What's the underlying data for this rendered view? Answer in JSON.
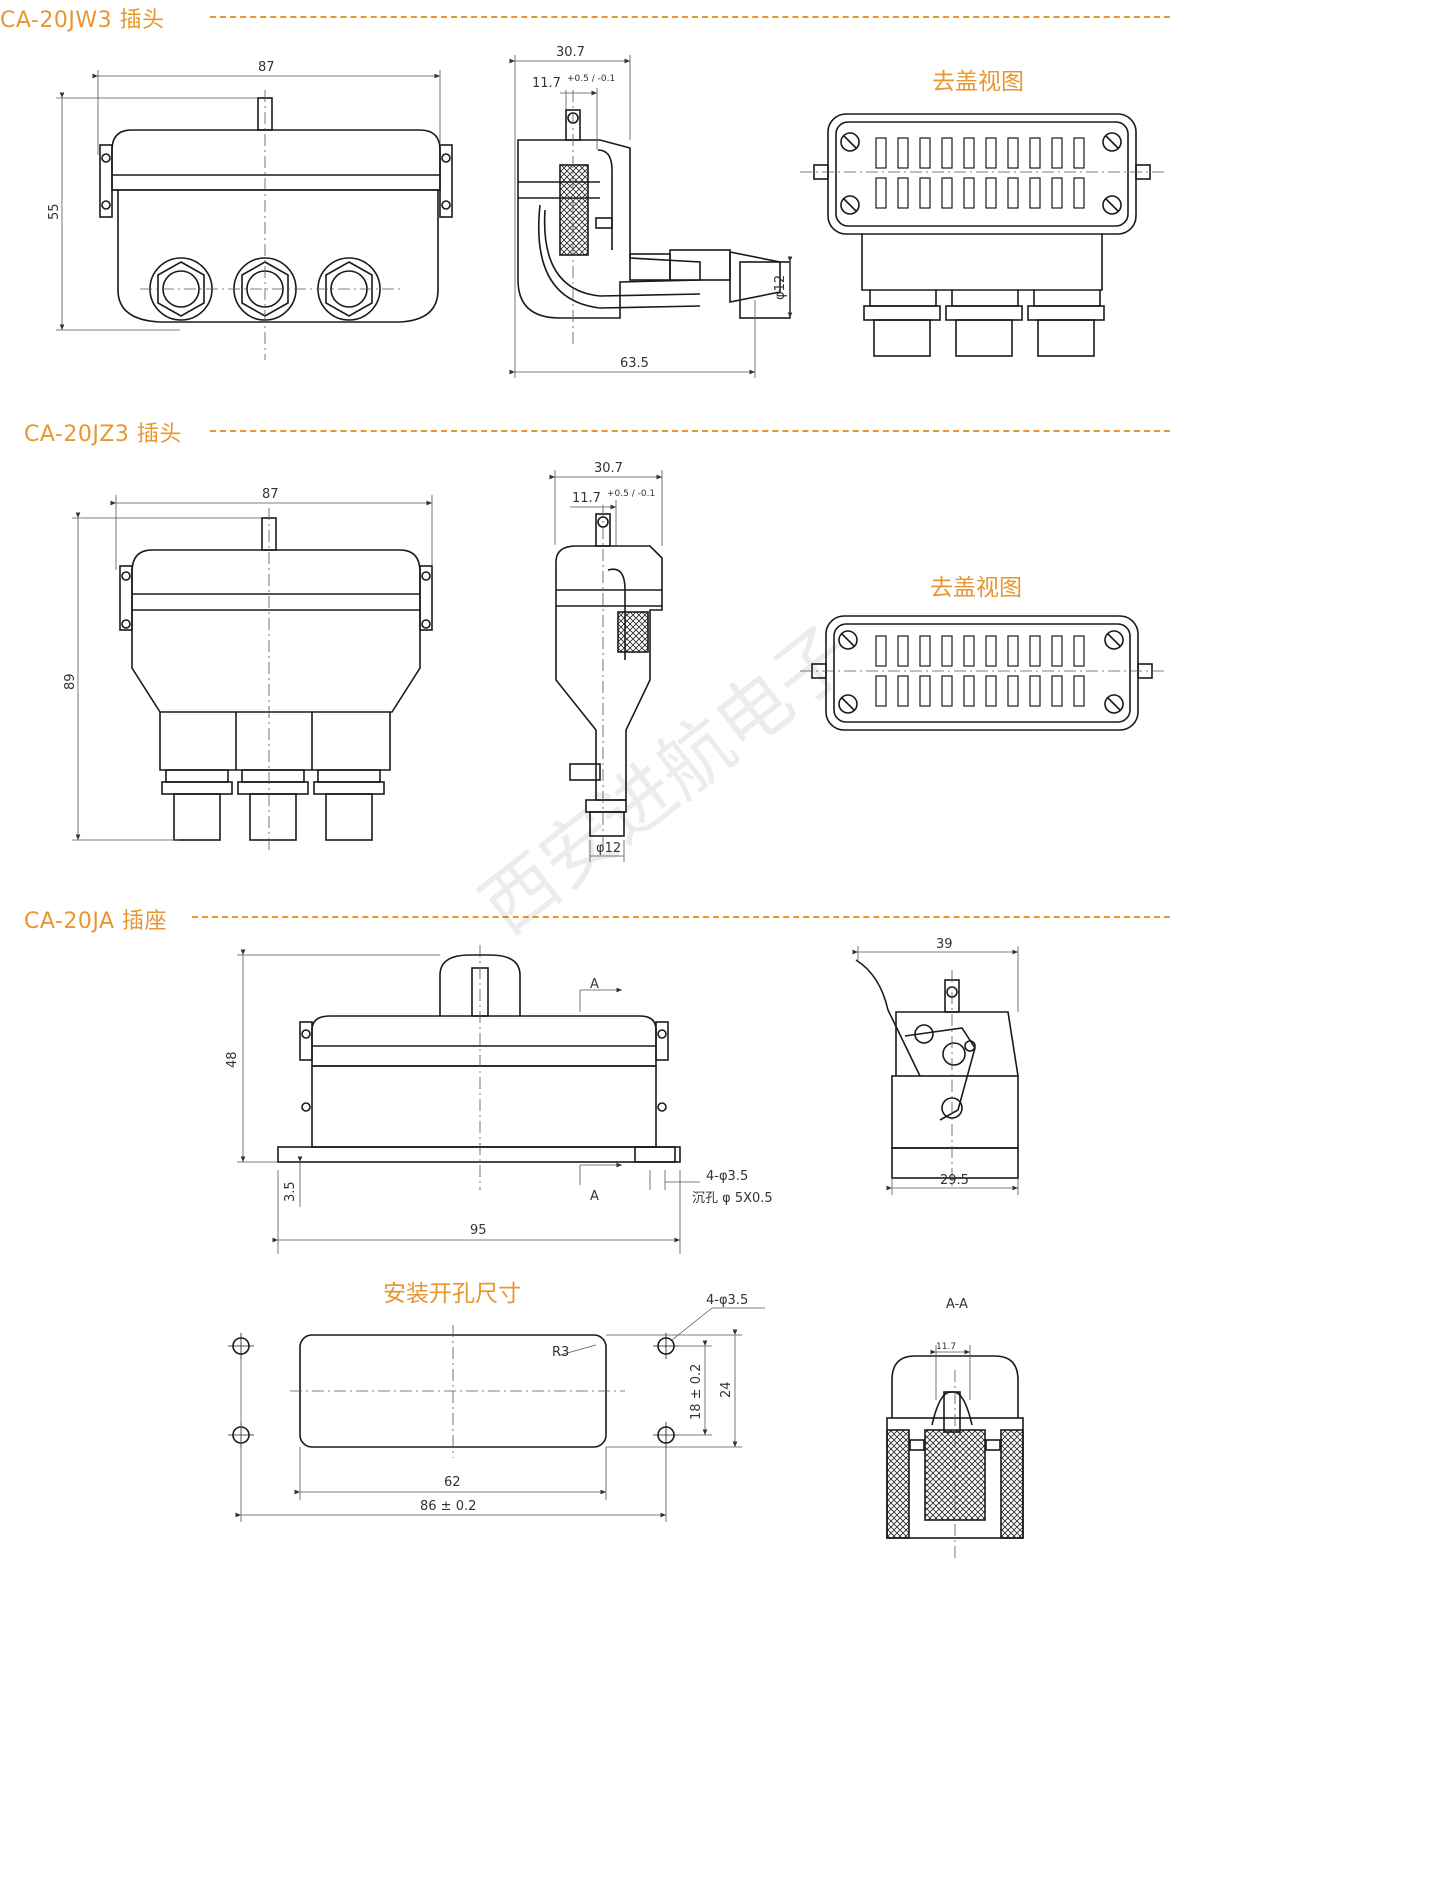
{
  "colors": {
    "accent": "#e8962e",
    "line": "#1a1a1a",
    "dim_line": "#555555"
  },
  "sections": {
    "jw3": {
      "title": "CA-20JW3 插头",
      "cover_view": "去盖视图"
    },
    "jz3": {
      "title": "CA-20JZ3 插头",
      "cover_view": "去盖视图"
    },
    "ja": {
      "title": "CA-20JA 插座",
      "mounting_title": "安装开孔尺寸",
      "section_label": "A-A"
    }
  },
  "dims": {
    "jw3_front_width": "87",
    "jw3_front_height": "55",
    "jw3_side_top": "30.7",
    "jw3_side_inner": "11.7",
    "jw3_side_tol": "+0.5 / -0.1",
    "jw3_side_cable": "φ12",
    "jw3_side_bottom": "63.5",
    "jz3_front_width": "87",
    "jz3_front_height": "89",
    "jz3_side_top": "30.7",
    "jz3_side_inner": "11.7",
    "jz3_side_tol": "+0.5 / -0.1",
    "jz3_side_cable": "φ12",
    "ja_height": "48",
    "ja_base": "3.5",
    "ja_width": "95",
    "ja_section_mark": "A",
    "ja_holes": "4-φ3.5",
    "ja_counterbore": "沉孔 φ 5X0.5",
    "ja_side_top": "39",
    "ja_side_bottom": "29.5",
    "mount_holes": "4-φ3.5",
    "mount_radius": "R3",
    "mount_hole_pitch": "18 ± 0.2",
    "mount_height": "24",
    "mount_cut_width": "62",
    "mount_hole_span": "86 ± 0.2",
    "aa_inner": "11.7"
  },
  "watermark": "西安进航电子"
}
